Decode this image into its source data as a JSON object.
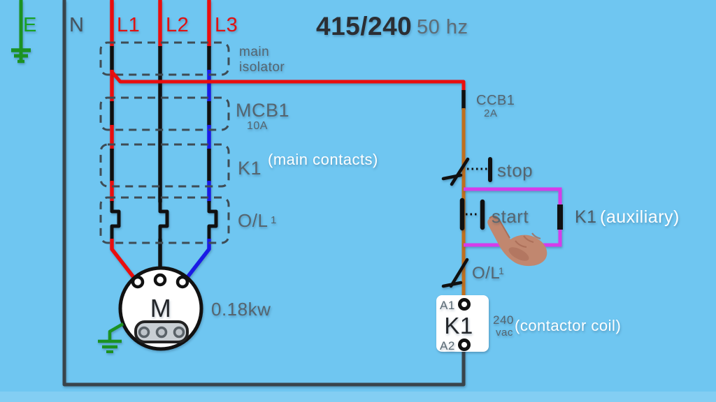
{
  "header": {
    "voltage": "415/240",
    "frequency": "50 hz"
  },
  "supply": {
    "earth_label": "E",
    "neutral_label": "N",
    "phase_labels": [
      "L1",
      "L2",
      "L3"
    ]
  },
  "power_circuit": {
    "isolator_label_line1": "main",
    "isolator_label_line2": "isolator",
    "mcb_name": "MCB1",
    "mcb_rating": "10A",
    "contactor_name": "K1",
    "contactor_note": "(main contacts)",
    "overload_name": "O/L",
    "overload_sub": "1",
    "motor_letter": "M",
    "motor_power": "0.18kw"
  },
  "control_circuit": {
    "breaker_name": "CCB1",
    "breaker_rating": "2A",
    "stop_label": "stop",
    "start_label": "start",
    "aux_name": "K1",
    "aux_note": "(auxiliary)",
    "overload_name": "O/L",
    "overload_sub": "1",
    "coil_terminal_top": "A1",
    "coil_terminal_bottom": "A2",
    "coil_name": "K1",
    "coil_voltage": "240",
    "coil_voltage_unit": "vac",
    "coil_note": "(contactor coil)"
  },
  "colors": {
    "background": "#6FC6F1",
    "phase_red": "#EA0E0E",
    "phase_blue": "#1A1AE6",
    "contact_black": "#101010",
    "neutral_gray": "#39444B",
    "earth_green": "#1B9222",
    "control_orange": "#C06F1D",
    "aux_magenta": "#D63CEA",
    "label_gray": "#55656F",
    "label_white": "#FFFFFF"
  }
}
